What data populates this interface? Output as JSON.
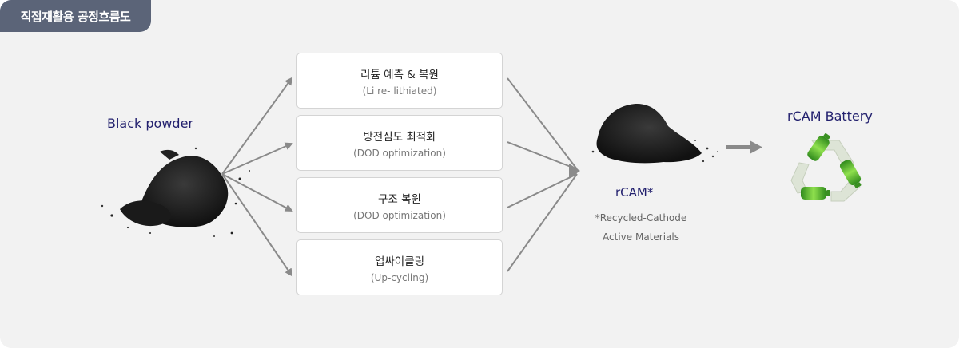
{
  "tag": "직접재활용 공정흐름도",
  "left_label": "Black powder",
  "steps": [
    {
      "title": "리튬 예측 & 복원",
      "sub": "(Li re- lithiated)"
    },
    {
      "title": "방전심도 최적화",
      "sub": "(DOD optimization)"
    },
    {
      "title": "구조 복원",
      "sub": "(DOD optimization)"
    },
    {
      "title": "업싸이클링",
      "sub": "(Up-cycling)"
    }
  ],
  "rcam": {
    "label": "rCAM*",
    "note_line1": "*Recycled-Cathode",
    "note_line2": "Active Materials"
  },
  "battery_label": "rCAM Battery",
  "colors": {
    "accent": "#22206e",
    "tag_bg": "#5b6478",
    "arrow": "#8a8a8a",
    "battery_green": "#5cb82e"
  }
}
